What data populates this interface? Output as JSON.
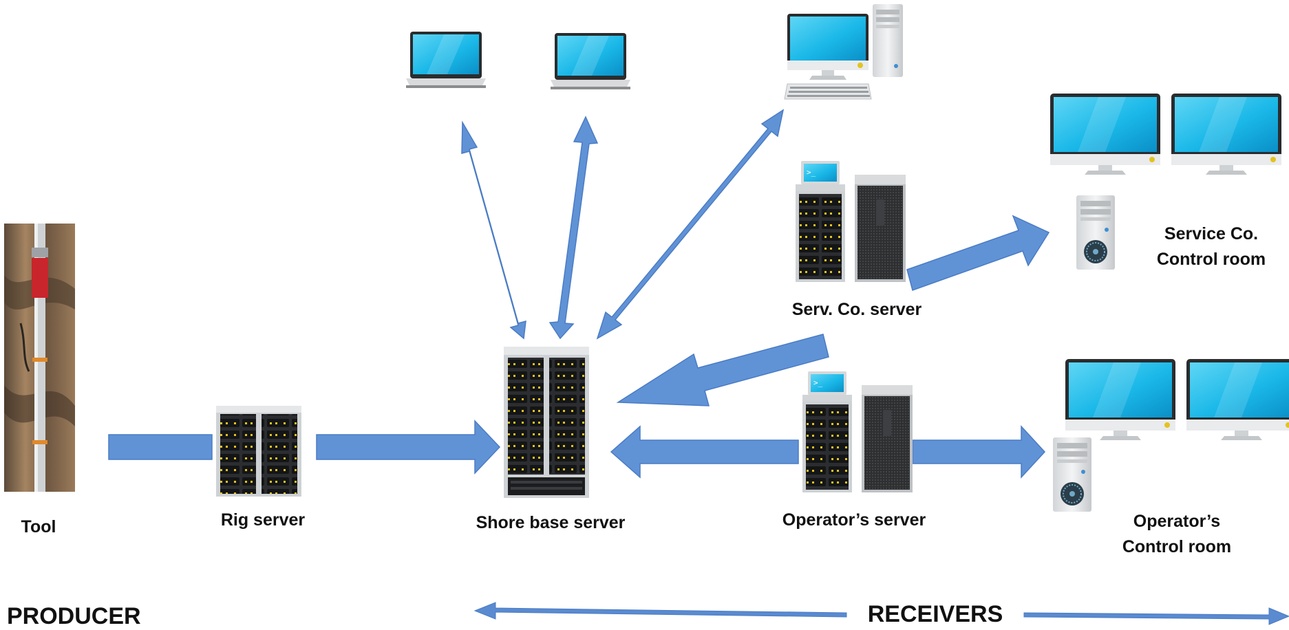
{
  "labels": {
    "tool": "Tool",
    "rig_server": "Rig server",
    "shore_base_server": "Shore base server",
    "serv_co_server": "Serv. Co. server",
    "operators_server": "Operator’s server",
    "service_co_control_room": {
      "line1": "Service Co.",
      "line2": "Control room"
    },
    "operators_control_room": {
      "line1": "Operator’s",
      "line2": "Control room"
    },
    "producer": "PRODUCER",
    "receivers": "RECEIVERS"
  },
  "colors": {
    "arrow_fill": "#6092d6",
    "arrow_stroke": "#4a7cc4",
    "screen": "#1ec0ec",
    "screen_dark": "#0596c9",
    "case": "#e6e8ea",
    "rack": "#2b2d30",
    "led": "#e3c31f",
    "tool_rock": "#8a6a4b",
    "tool_red": "#c9252c"
  },
  "icons": {
    "tool": "downhole-tool-image",
    "server": "server-rack-icon",
    "workstation": "server-workstation-icon",
    "laptop": "laptop-icon",
    "desktop": "desktop-computer-icon",
    "monitor": "monitor-icon",
    "tower": "pc-tower-icon"
  }
}
